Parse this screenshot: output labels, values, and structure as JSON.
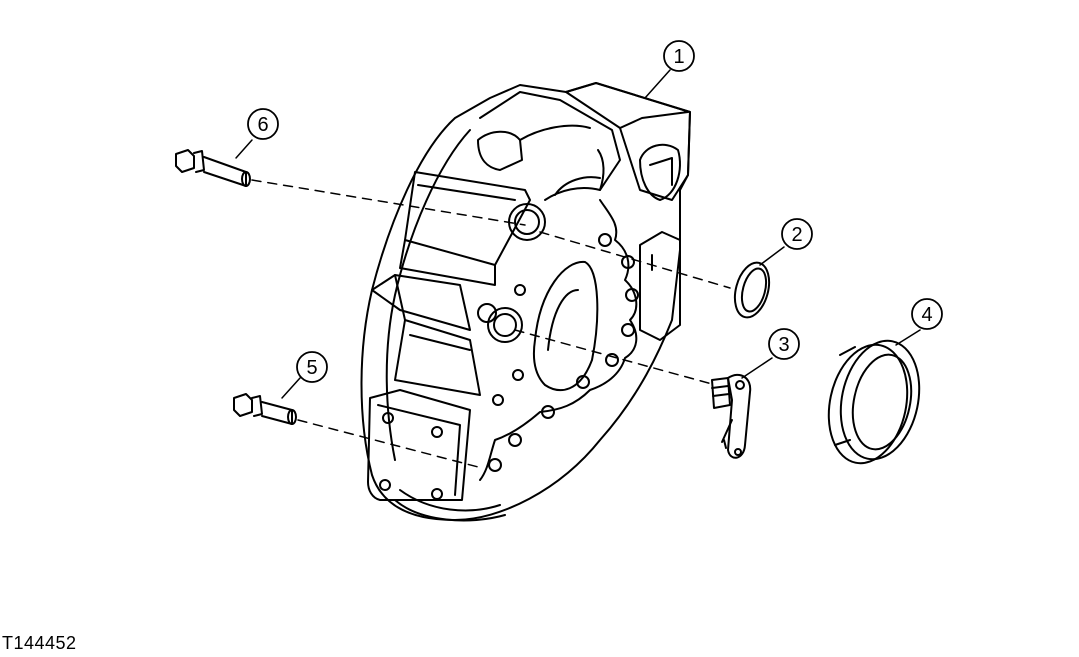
{
  "figure_id": "T144452",
  "callouts": {
    "c1": "1",
    "c2": "2",
    "c3": "3",
    "c4": "4",
    "c5": "5",
    "c6": "6"
  }
}
